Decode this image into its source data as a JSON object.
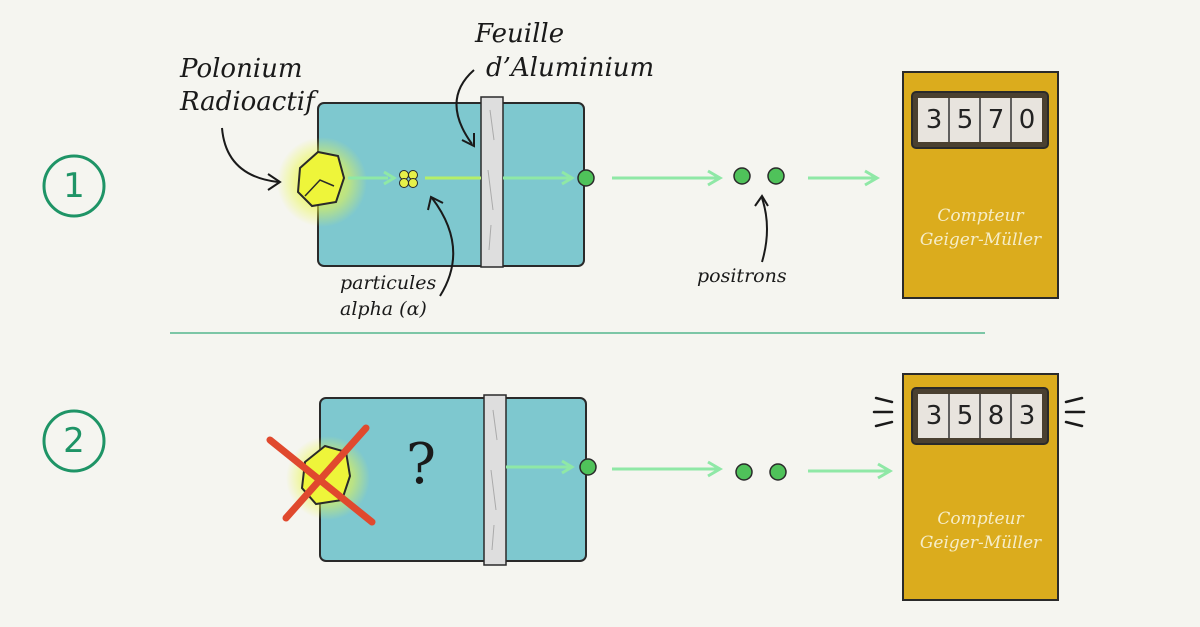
{
  "steps": [
    "1",
    "2"
  ],
  "labels": {
    "polonium": [
      "Polonium",
      "Radioactif"
    ],
    "foil": [
      "Feuille",
      "d’Aluminium"
    ],
    "alpha": [
      "particules",
      "alpha (α)"
    ],
    "positrons": "positrons",
    "unknown": "?"
  },
  "counter": {
    "title": [
      "Compteur",
      "Geiger-Müller"
    ],
    "reading_1": [
      "3",
      "5",
      "7",
      "0"
    ],
    "reading_2": [
      "3",
      "5",
      "8",
      "3"
    ]
  },
  "colors": {
    "background": "#f5f5f0",
    "box": "#7ec8cf",
    "foil": "#dcdcdc",
    "counter": "#dbac1d",
    "arrow": "#8fe8a6",
    "particle": "#4fc25a",
    "step_circle": "#1e9466",
    "cross": "#e0492e"
  }
}
